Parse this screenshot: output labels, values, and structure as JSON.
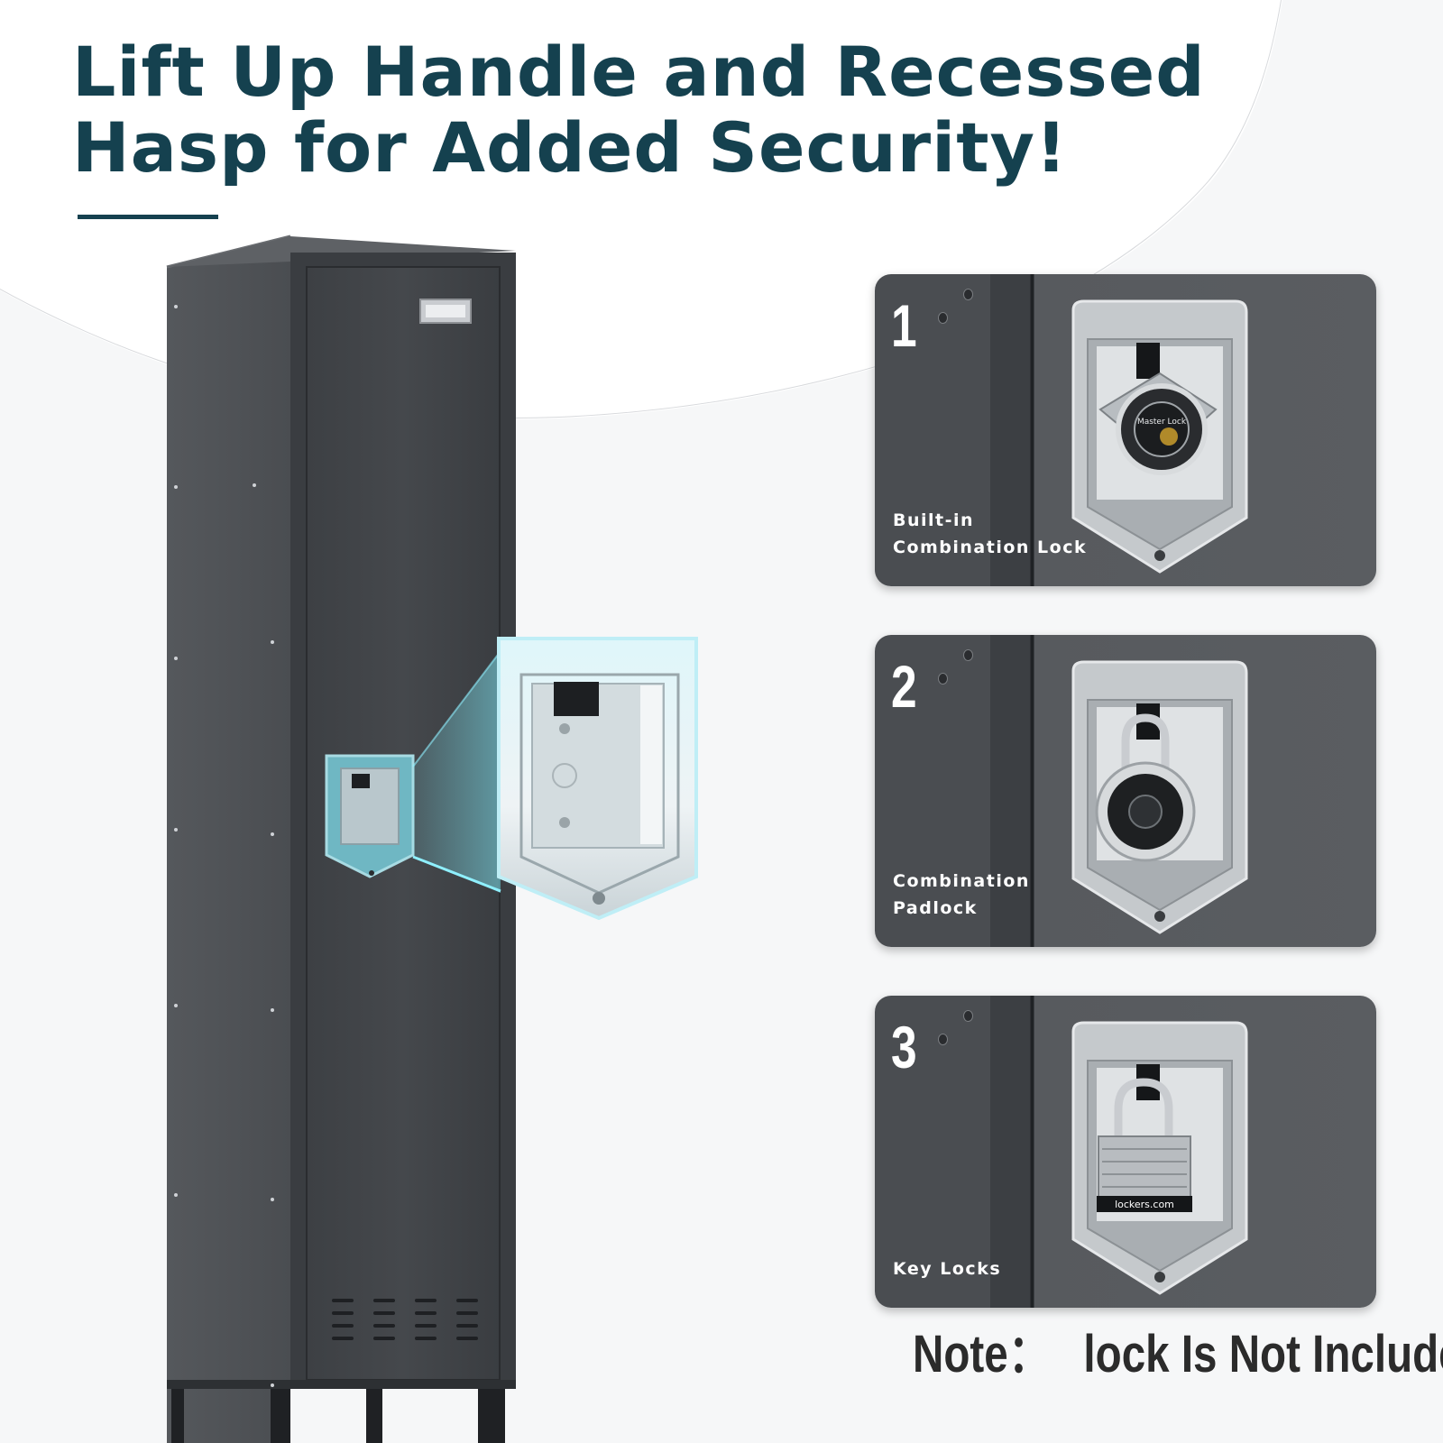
{
  "headline": {
    "line1": "Lift Up Handle and Recessed",
    "line2": "Hasp for Added Security!"
  },
  "options": [
    {
      "number": "1",
      "caption": "Built-in\nCombination Lock",
      "lock_icon": "built-in-combination-lock-icon",
      "lock_brand": "Master Lock"
    },
    {
      "number": "2",
      "caption": "Combination\nPadlock",
      "lock_icon": "combination-padlock-icon"
    },
    {
      "number": "3",
      "caption": "Key Locks",
      "lock_icon": "key-padlock-icon",
      "lock_brand": "lockers.com"
    }
  ],
  "note": {
    "label": "Note：",
    "text": "lock Is Not Include"
  },
  "colors": {
    "headline": "#15414f",
    "locker_body": "#45484c",
    "card_background": "#55585c",
    "highlight_cyan": "#7fe3f0",
    "note_text": "#2b2b2b"
  }
}
